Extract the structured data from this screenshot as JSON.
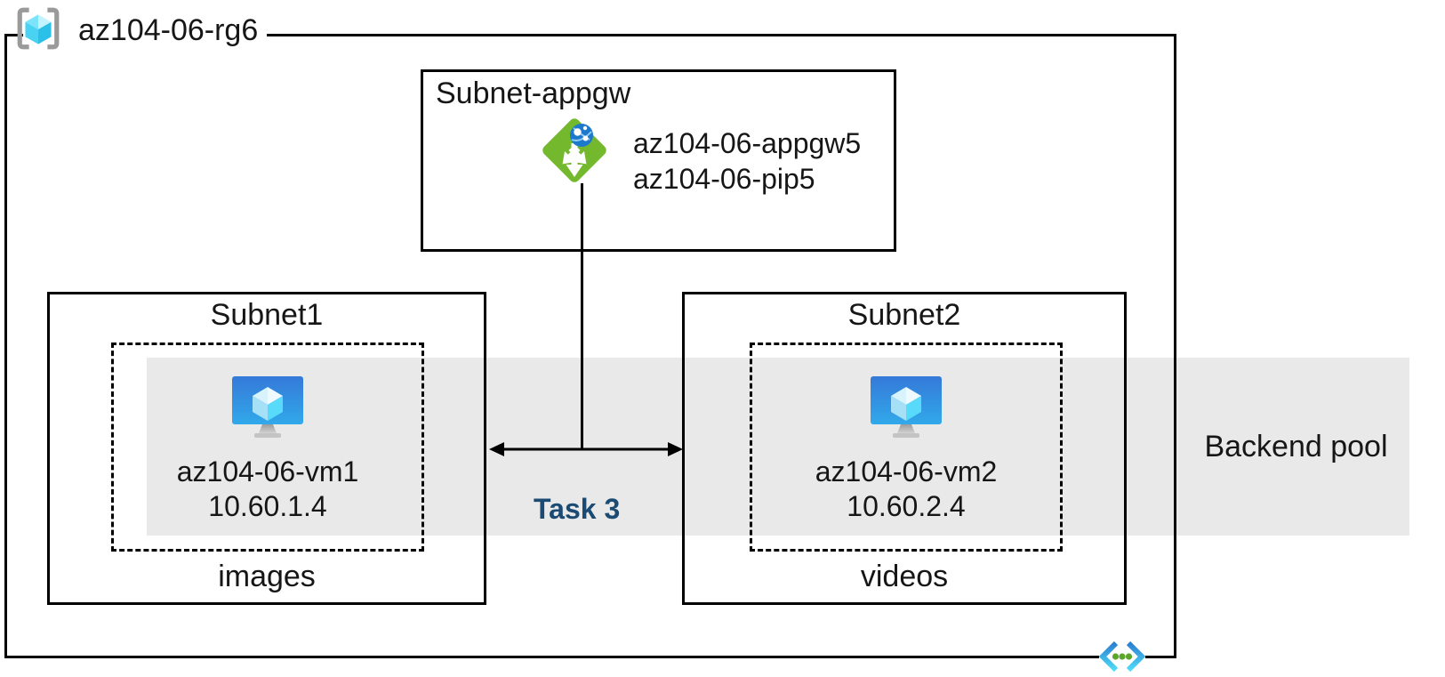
{
  "colors": {
    "backend-band": "#E9E9E9",
    "diagram-line": "#000000",
    "text": "#161616",
    "task-text": "#1B4A73",
    "appgw-green": "#74B82E",
    "appgw-globe-blue": "#1C79CC",
    "vm-screen-top": "#3579D8",
    "vm-screen-bottom": "#31A9EA",
    "vm-cube-cyan": "#58DBFA",
    "rg-cube-cyan": "#49D2F2",
    "rg-bracket-gray": "#9A9A9A",
    "vnet-chevron-top": "#2A7FD0",
    "vnet-chevron-bottom": "#4FDCF8",
    "vnet-dot-green": "#5CA62C"
  },
  "resource_group": {
    "name": "az104-06-rg6",
    "icon": "resource-group-icon"
  },
  "appgw_subnet": {
    "name": "Subnet-appgw",
    "icon": "application-gateway-icon",
    "gateway_name": "az104-06-appgw5",
    "public_ip_name": "az104-06-pip5"
  },
  "subnet1": {
    "name": "Subnet1",
    "icon": "virtual-machine-icon",
    "vm_name": "az104-06-vm1",
    "vm_ip": "10.60.1.4",
    "content_label": "images"
  },
  "subnet2": {
    "name": "Subnet2",
    "icon": "virtual-machine-icon",
    "vm_name": "az104-06-vm2",
    "vm_ip": "10.60.2.4",
    "content_label": "videos"
  },
  "backend_pool": {
    "label": "Backend pool"
  },
  "task": {
    "label": "Task 3"
  },
  "footer_icon": "virtual-network-icon"
}
